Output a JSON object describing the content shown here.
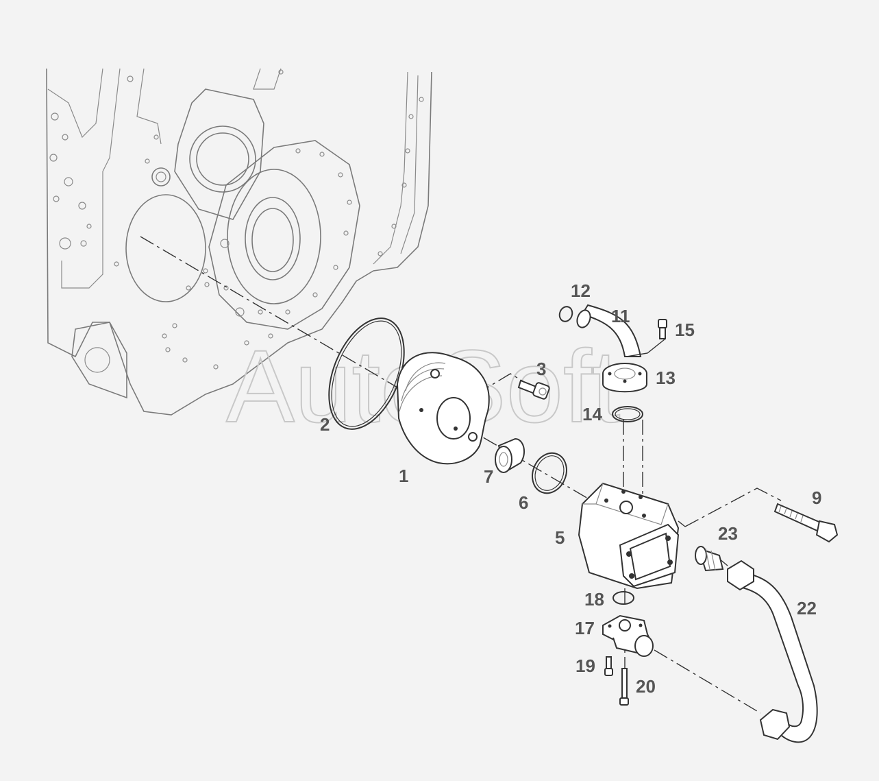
{
  "watermark": "AutoSoft",
  "callouts": [
    {
      "id": "p1",
      "label": "1"
    },
    {
      "id": "p2",
      "label": "2"
    },
    {
      "id": "p3",
      "label": "3"
    },
    {
      "id": "p5",
      "label": "5"
    },
    {
      "id": "p6",
      "label": "6"
    },
    {
      "id": "p7",
      "label": "7"
    },
    {
      "id": "p9",
      "label": "9"
    },
    {
      "id": "p11",
      "label": "11"
    },
    {
      "id": "p12",
      "label": "12"
    },
    {
      "id": "p13",
      "label": "13"
    },
    {
      "id": "p14",
      "label": "14"
    },
    {
      "id": "p15",
      "label": "15"
    },
    {
      "id": "p17",
      "label": "17"
    },
    {
      "id": "p18",
      "label": "18"
    },
    {
      "id": "p19",
      "label": "19"
    },
    {
      "id": "p20",
      "label": "20"
    },
    {
      "id": "p22",
      "label": "22"
    },
    {
      "id": "p23",
      "label": "23"
    }
  ],
  "colors": {
    "background": "#f3f3f3",
    "label": "#555555",
    "line": "#333333"
  }
}
